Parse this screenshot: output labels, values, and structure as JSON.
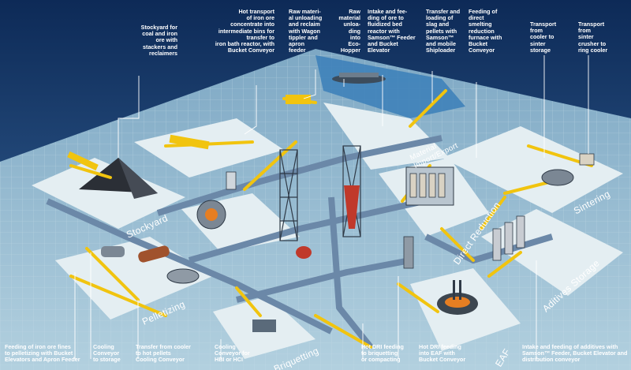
{
  "callouts": {
    "stockyard_coal": "Stockyard for\ncoal and iron\nore with\nstackers and\nreclaimers",
    "hot_transport": "Hot transport\nof iron ore\nconcentrate into\nintermediate bins for\ntransfer to\niron bath reactor, with\nBucket Conveyor",
    "raw_material_unloading": "Raw materi-\nal unloading\nand reclaim\nwith Wagon\ntippler and\napron\nfeeder",
    "raw_material_eco": "Raw\nmaterial\nunloa-\nding\ninto\nEco-\nHopper",
    "intake_feeding_ore": "Intake and fee-\nding of ore to\nfluidized bed\nreactor with\nSamson™ Feeder\nand Bucket\nElevator",
    "transfer_loading_slag": "Transfer and\nloading of\nslag and\npellets with\nSamson™\nand mobile\nShiploader",
    "feeding_direct_smelting": "Feeding of\ndirect\nsmelting\nreduction\nfurnace with\nBucket\nConveyor",
    "transport_cooler": "Transport\nfrom\ncooler to\nsinter\nstorage",
    "transport_sinter": "Transport\nfrom\nsinter\ncrusher to\nring cooler",
    "feeding_fines": "Feeding of iron ore fines\nto pelletizing with Bucket\nElevators and Apron Feeder",
    "cooling_storage": "Cooling\nConveyor\nto storage",
    "transfer_cooler_pellets": "Transfer from cooler\nto hot pellets\nCooling Conveyor",
    "cooling_hbi": "Cooling\nConveyor for\nHBI or HCI",
    "hot_dri_briquetting": "Hot DRI feeding\nto briquetting\nor compacting",
    "hot_dri_eaf": "Hot DRI feeding\ninto EAF with\nBucket Conveyor",
    "intake_additives": "Intake and feeding of additives with\nSamson™ Feeder, Bucket Elevator and\ndistribution conveyor"
  },
  "zones": {
    "stockyard": "Stockyard",
    "pelletizing": "Pelletizing",
    "briquetting": "Briquetting",
    "eaf": "EAF",
    "aditives_storage": "Aditives Storage",
    "direct_reduction": "Direct Reduction",
    "sintering": "Sintering",
    "material_import_export": "Material\nImport/Export"
  },
  "colors": {
    "sky_top": "#0d2a57",
    "sky_bottom": "#2f5c93",
    "floor": "#9fc3d7",
    "pad": "#e4eef2",
    "belt": "#f1c40f",
    "duct": "#6b88a8",
    "callout_line": "#ffffff",
    "water": "#3b7fb8"
  }
}
